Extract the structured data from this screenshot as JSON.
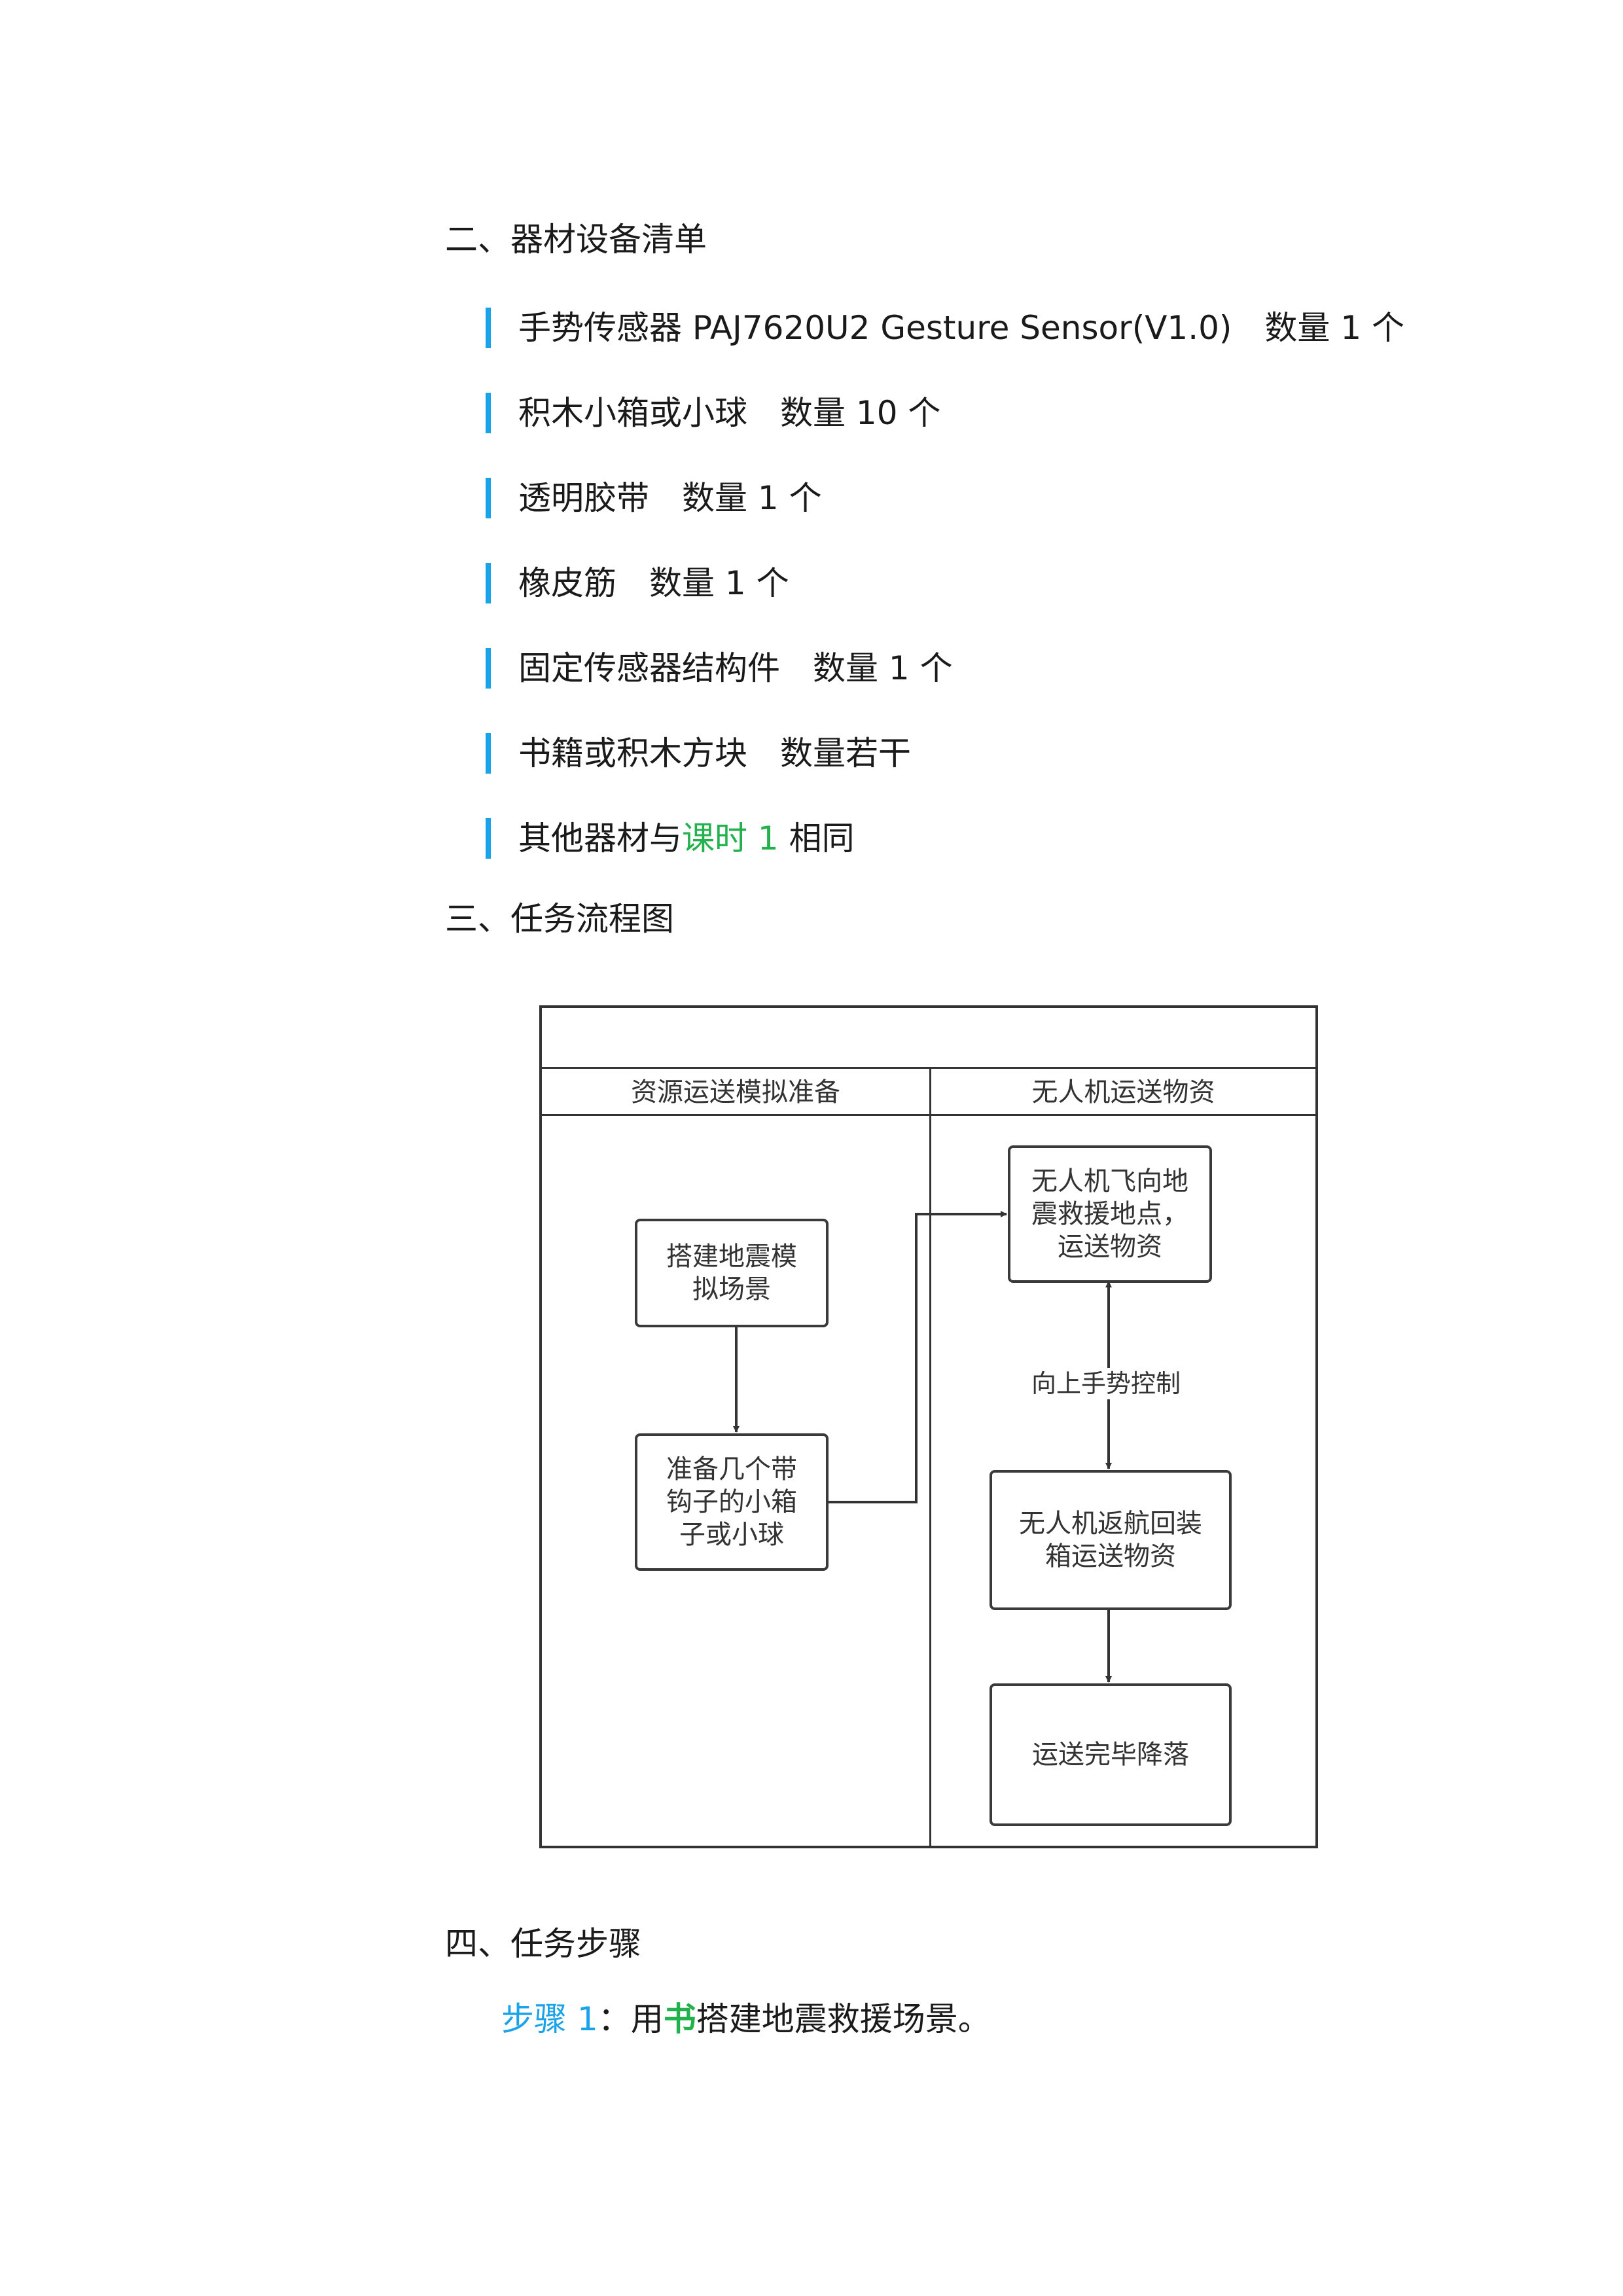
{
  "section2": {
    "heading": "二、器材设备清单",
    "items": [
      "手势传感器 PAJ7620U2 Gesture Sensor(V1.0)　数量 1 个",
      "积木小箱或小球　数量 10 个",
      "透明胶带　数量 1 个",
      "橡皮筋　数量 1 个",
      "固定传感器结构件　数量 1 个",
      "书籍或积木方块　数量若干"
    ],
    "last_item": {
      "prefix": "其他器材与",
      "link": "课时 1",
      "suffix": " 相同"
    }
  },
  "section3": {
    "heading": "三、任务流程图",
    "flowchart": {
      "title": "",
      "lanes": [
        "资源运送模拟准备",
        "无人机运送物资"
      ],
      "nodes": {
        "build_scene": "搭建地震模\n拟场景",
        "prepare_boxes": "准备几个带\n钩子的小箱\n子或小球",
        "fly_to_site": "无人机飞向地\n震救援地点，\n运送物资",
        "return_home": "无人机返航回装\n箱运送物资",
        "land": "运送完毕降落"
      },
      "edge_label": "向上手势控制"
    }
  },
  "section4": {
    "heading": "四、任务步骤",
    "step1": {
      "label": "步骤 1",
      "colon": "：用",
      "bold": "书",
      "rest": "搭建地震救援场景。"
    }
  },
  "colors": {
    "accent_blue": "#1aa3e8",
    "link_green": "#22b14c"
  }
}
